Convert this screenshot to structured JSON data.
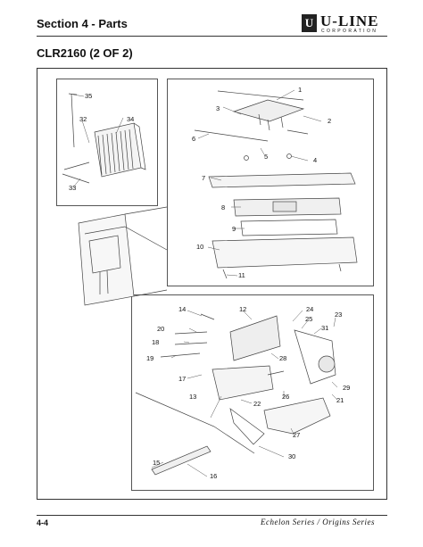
{
  "header": {
    "section_title": "Section 4 - Parts",
    "logo": {
      "mark": "U",
      "name": "U-LINE",
      "sub": "CORPORATION"
    }
  },
  "page_title": "CLR2160 (2 OF 2)",
  "callouts": {
    "c1": "1",
    "c2": "2",
    "c3": "3",
    "c4": "4",
    "c5": "5",
    "c6": "6",
    "c7": "7",
    "c8": "8",
    "c9": "9",
    "c10": "10",
    "c11": "11",
    "c12": "12",
    "c13": "13",
    "c14": "14",
    "c15": "15",
    "c16": "16",
    "c17": "17",
    "c18": "18",
    "c19": "19",
    "c20": "20",
    "c21": "21",
    "c22": "22",
    "c23": "23",
    "c24": "24",
    "c25": "25",
    "c26": "26",
    "c27": "27",
    "c28": "28",
    "c29": "29",
    "c30": "30",
    "c31": "31",
    "c32": "32",
    "c33": "33",
    "c34": "34",
    "c35": "35"
  },
  "footer": {
    "page_number": "4-4",
    "series": "Echelon Series / Origins Series"
  }
}
